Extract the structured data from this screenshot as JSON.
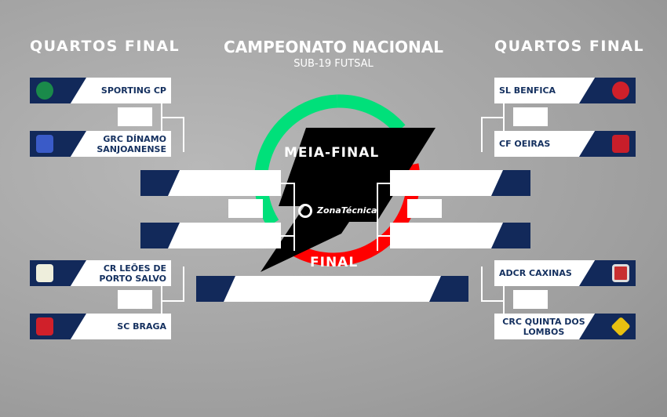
{
  "headers": {
    "left": "QUARTOS FINAL",
    "right": "QUARTOS FINAL",
    "title": "CAMPEONATO NACIONAL",
    "subtitle": "SUB-19 FUTSAL",
    "semi": "MEIA-FINAL",
    "final": "FINAL",
    "sponsor": "ZonaTécnica"
  },
  "left": [
    {
      "name": "SPORTING CP",
      "logo": "sporting-logo",
      "color": "#1a8a4a"
    },
    {
      "name": "GRC DÍNAMO SANJOANENSE",
      "logo": "dinamo-logo",
      "color": "#3a5bc8"
    },
    {
      "name": "CR LEÕES DE PORTO SALVO",
      "logo": "leoes-logo",
      "color": "#e8e8d8"
    },
    {
      "name": "SC BRAGA",
      "logo": "braga-logo",
      "color": "#d0202a"
    }
  ],
  "right": [
    {
      "name": "SL BENFICA",
      "logo": "benfica-logo",
      "color": "#d0202a"
    },
    {
      "name": "CF OEIRAS",
      "logo": "oeiras-logo",
      "color": "#c81e2a"
    },
    {
      "name": "ADCR CAXINAS",
      "logo": "caxinas-logo",
      "color": "#c83030"
    },
    {
      "name": "CRC QUINTA DOS LOMBOS",
      "logo": "lombos-logo",
      "color": "#e8c010"
    }
  ]
}
